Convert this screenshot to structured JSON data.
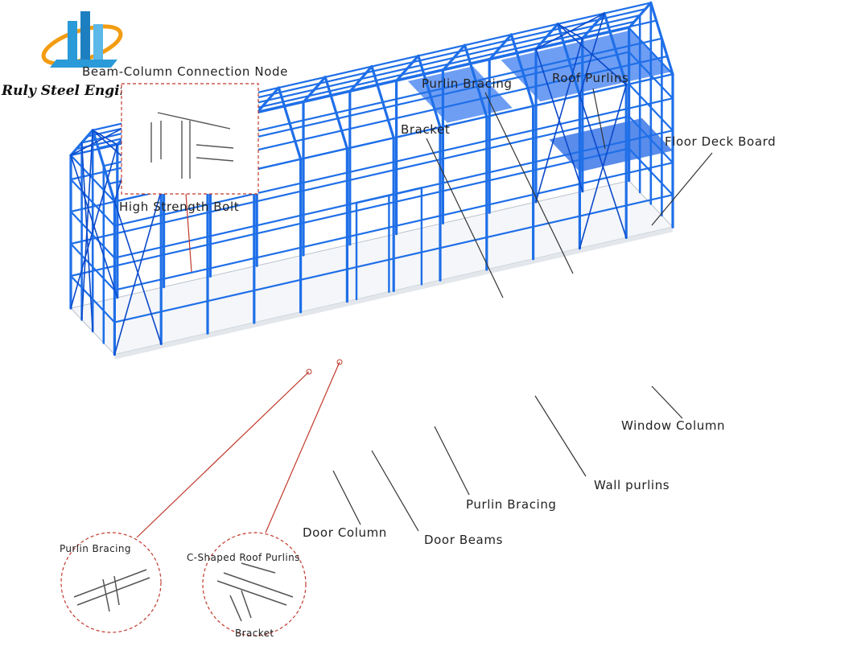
{
  "brand": {
    "company": "Ruly Steel Engineering"
  },
  "colors": {
    "steel": "#1f6fe8",
    "steel_dark": "#0b49c9",
    "leader": "#333333",
    "callout": "#c0392b",
    "logo_blue": "#2a9ad8",
    "logo_orange": "#f39c12"
  },
  "labels": {
    "beam_column_node": "Beam-Column Connection Node",
    "high_strength_bolt": "High Strength Bolt",
    "purlin_bracing_top": "Purlin Bracing",
    "roof_purlins": "Roof Purlins",
    "bracket": "Bracket",
    "floor_deck_board": "Floor Deck Board",
    "window_column": "Window Column",
    "wall_purlins": "Wall purlins",
    "purlin_bracing_bottom": "Purlin Bracing",
    "door_column": "Door Column",
    "door_beams": "Door Beams"
  },
  "callouts": {
    "purlin_bracing": "Purlin Bracing",
    "c_shaped_roof_purlins": "C-Shaped Roof Purlins",
    "bracket": "Bracket"
  },
  "icons": [
    "logo-icon"
  ]
}
